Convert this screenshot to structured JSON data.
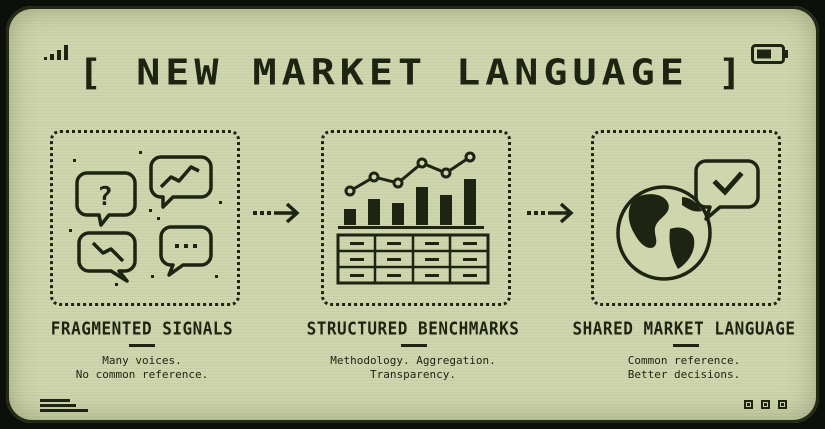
{
  "title": "[ NEW MARKET LANGUAGE ]",
  "icons": {
    "signal": "signal-bars-icon",
    "battery": "battery-icon",
    "menu": "menu-lines-icon",
    "more": "more-dots-icon"
  },
  "colors": {
    "screen": "#cfd6ad",
    "ink": "#1d2411",
    "bezel": "#0d0f0a"
  },
  "steps": [
    {
      "label": "FRAGMENTED SIGNALS",
      "desc_line1": "Many voices.",
      "desc_line2": "No common reference."
    },
    {
      "label": "STRUCTURED BENCHMARKS",
      "desc_line1": "Methodology. Aggregation.",
      "desc_line2": "Transparency."
    },
    {
      "label": "SHARED MARKET LANGUAGE",
      "desc_line1": "Common reference.",
      "desc_line2": "Better decisions."
    }
  ]
}
